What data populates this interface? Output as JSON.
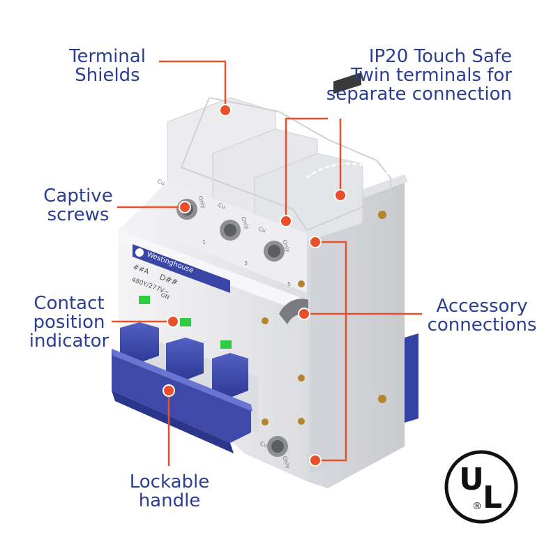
{
  "callouts": {
    "terminal_shields": [
      "Terminal",
      "Shields"
    ],
    "ip20": [
      "IP20 Touch Safe",
      "Twin terminals for",
      "separate connection"
    ],
    "captive_screws": [
      "Captive",
      "screws"
    ],
    "contact_position": [
      "Contact",
      "position",
      "indicator"
    ],
    "accessory": [
      "Accessory",
      "connections"
    ],
    "lockable_handle": [
      "Lockable",
      "handle"
    ]
  },
  "device": {
    "brand": "Westinghouse",
    "rating": "##A",
    "curve": "D##",
    "voltage": "480Y/277V~",
    "on_label": "ON",
    "cu": "Cu",
    "only": "Only",
    "term_numbers": [
      "1",
      "3",
      "5"
    ]
  },
  "certification": {
    "letter_u": "U",
    "letter_l": "L",
    "registered": "®"
  },
  "colors": {
    "text_blue": "#2c3e93",
    "leader_orange": "#e8502a",
    "handle_blue": "#3e49a8",
    "body_grey": "#e6e7ea",
    "indicator_green": "#2ecc40"
  }
}
